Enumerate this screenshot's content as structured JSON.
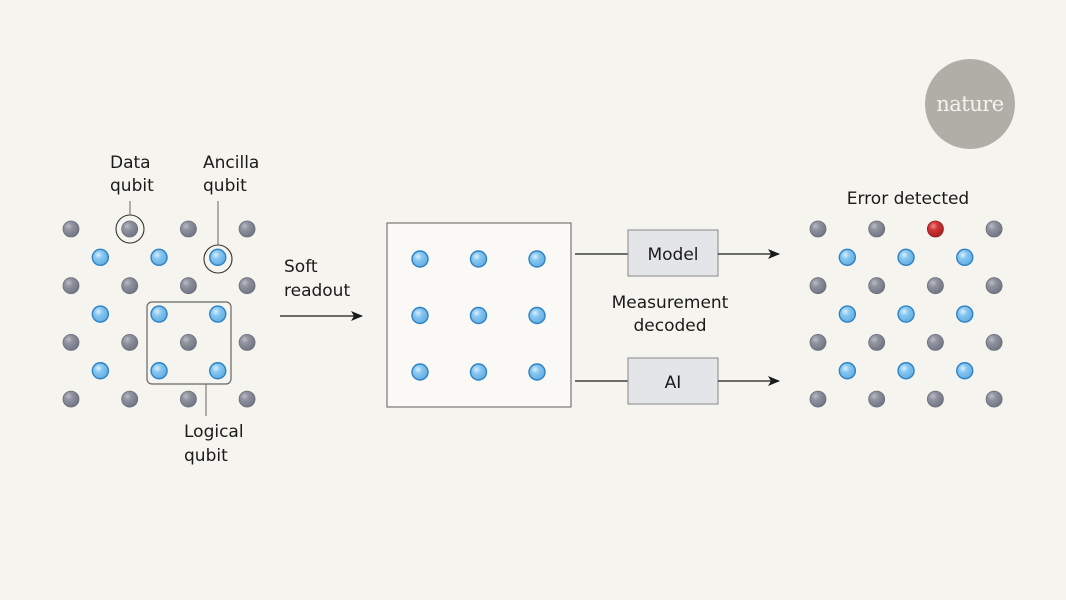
{
  "colors": {
    "background": "#f5f4ee",
    "data_qubit": "#8a8d99",
    "ancilla_qubit": "#7cbde8",
    "error_qubit": "#c22a2a",
    "box_fill": "#e4e5e8",
    "logo_circle": "#b0aea7"
  },
  "logo": {
    "text": "nature"
  },
  "left_panel": {
    "data_qubit_label": [
      "Data",
      "qubit"
    ],
    "ancilla_qubit_label": [
      "Ancilla",
      "qubit"
    ],
    "logical_qubit_label": [
      "Logical",
      "qubit"
    ],
    "grid": {
      "data_rows": 4,
      "data_cols": 4,
      "ancilla_rows": 3,
      "ancilla_cols": 3
    }
  },
  "soft_readout": {
    "label": [
      "Soft",
      "readout"
    ]
  },
  "readout_box": {
    "rows": 3,
    "cols": 3
  },
  "decoders": {
    "model_label": "Model",
    "ai_label": "AI",
    "measurement_label": [
      "Measurement",
      "decoded"
    ]
  },
  "right_panel": {
    "title": "Error detected",
    "error_position": {
      "row": 0,
      "col": 2
    },
    "grid": {
      "data_rows": 4,
      "data_cols": 4,
      "ancilla_rows": 3,
      "ancilla_cols": 3
    }
  }
}
